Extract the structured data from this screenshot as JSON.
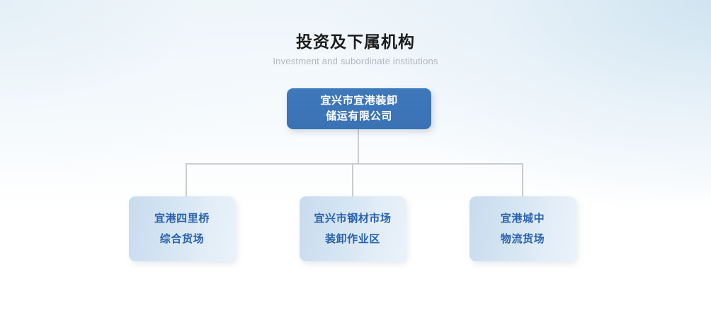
{
  "heading": {
    "title": "投资及下属机构",
    "subtitle": "Investment and subordinate institutions"
  },
  "colors": {
    "root_node_bg": "#3a72b4",
    "root_node_text": "#ffffff",
    "child_node_bg": "#d4e4f2",
    "child_node_text": "#2a62ad",
    "connector_line": "#cbcbcb",
    "title_text": "#1c1c1c",
    "subtitle_text": "#b3b6ba",
    "background_top": "#eef5fa",
    "background_bottom": "#ffffff"
  },
  "org_chart": {
    "root": {
      "line1": "宜兴市宜港装卸",
      "line2": "储运有限公司"
    },
    "children": [
      {
        "line1": "宜港四里桥",
        "line2": "综合货场"
      },
      {
        "line1": "宜兴市钢材市场",
        "line2": "装卸作业区"
      },
      {
        "line1": "宜港城中",
        "line2": "物流货场"
      }
    ]
  }
}
